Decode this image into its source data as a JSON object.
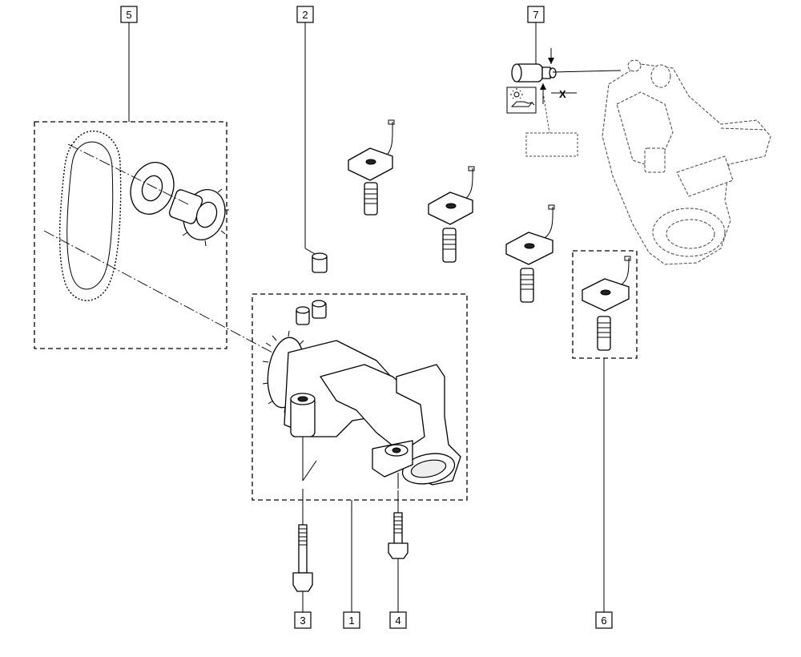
{
  "callouts": {
    "c1": "1",
    "c2": "2",
    "c3": "3",
    "c4": "4",
    "c5": "5",
    "c6": "6",
    "c7": "7"
  },
  "dimension_label": "X",
  "icons": [
    "oil-pressure-warning-icon"
  ]
}
